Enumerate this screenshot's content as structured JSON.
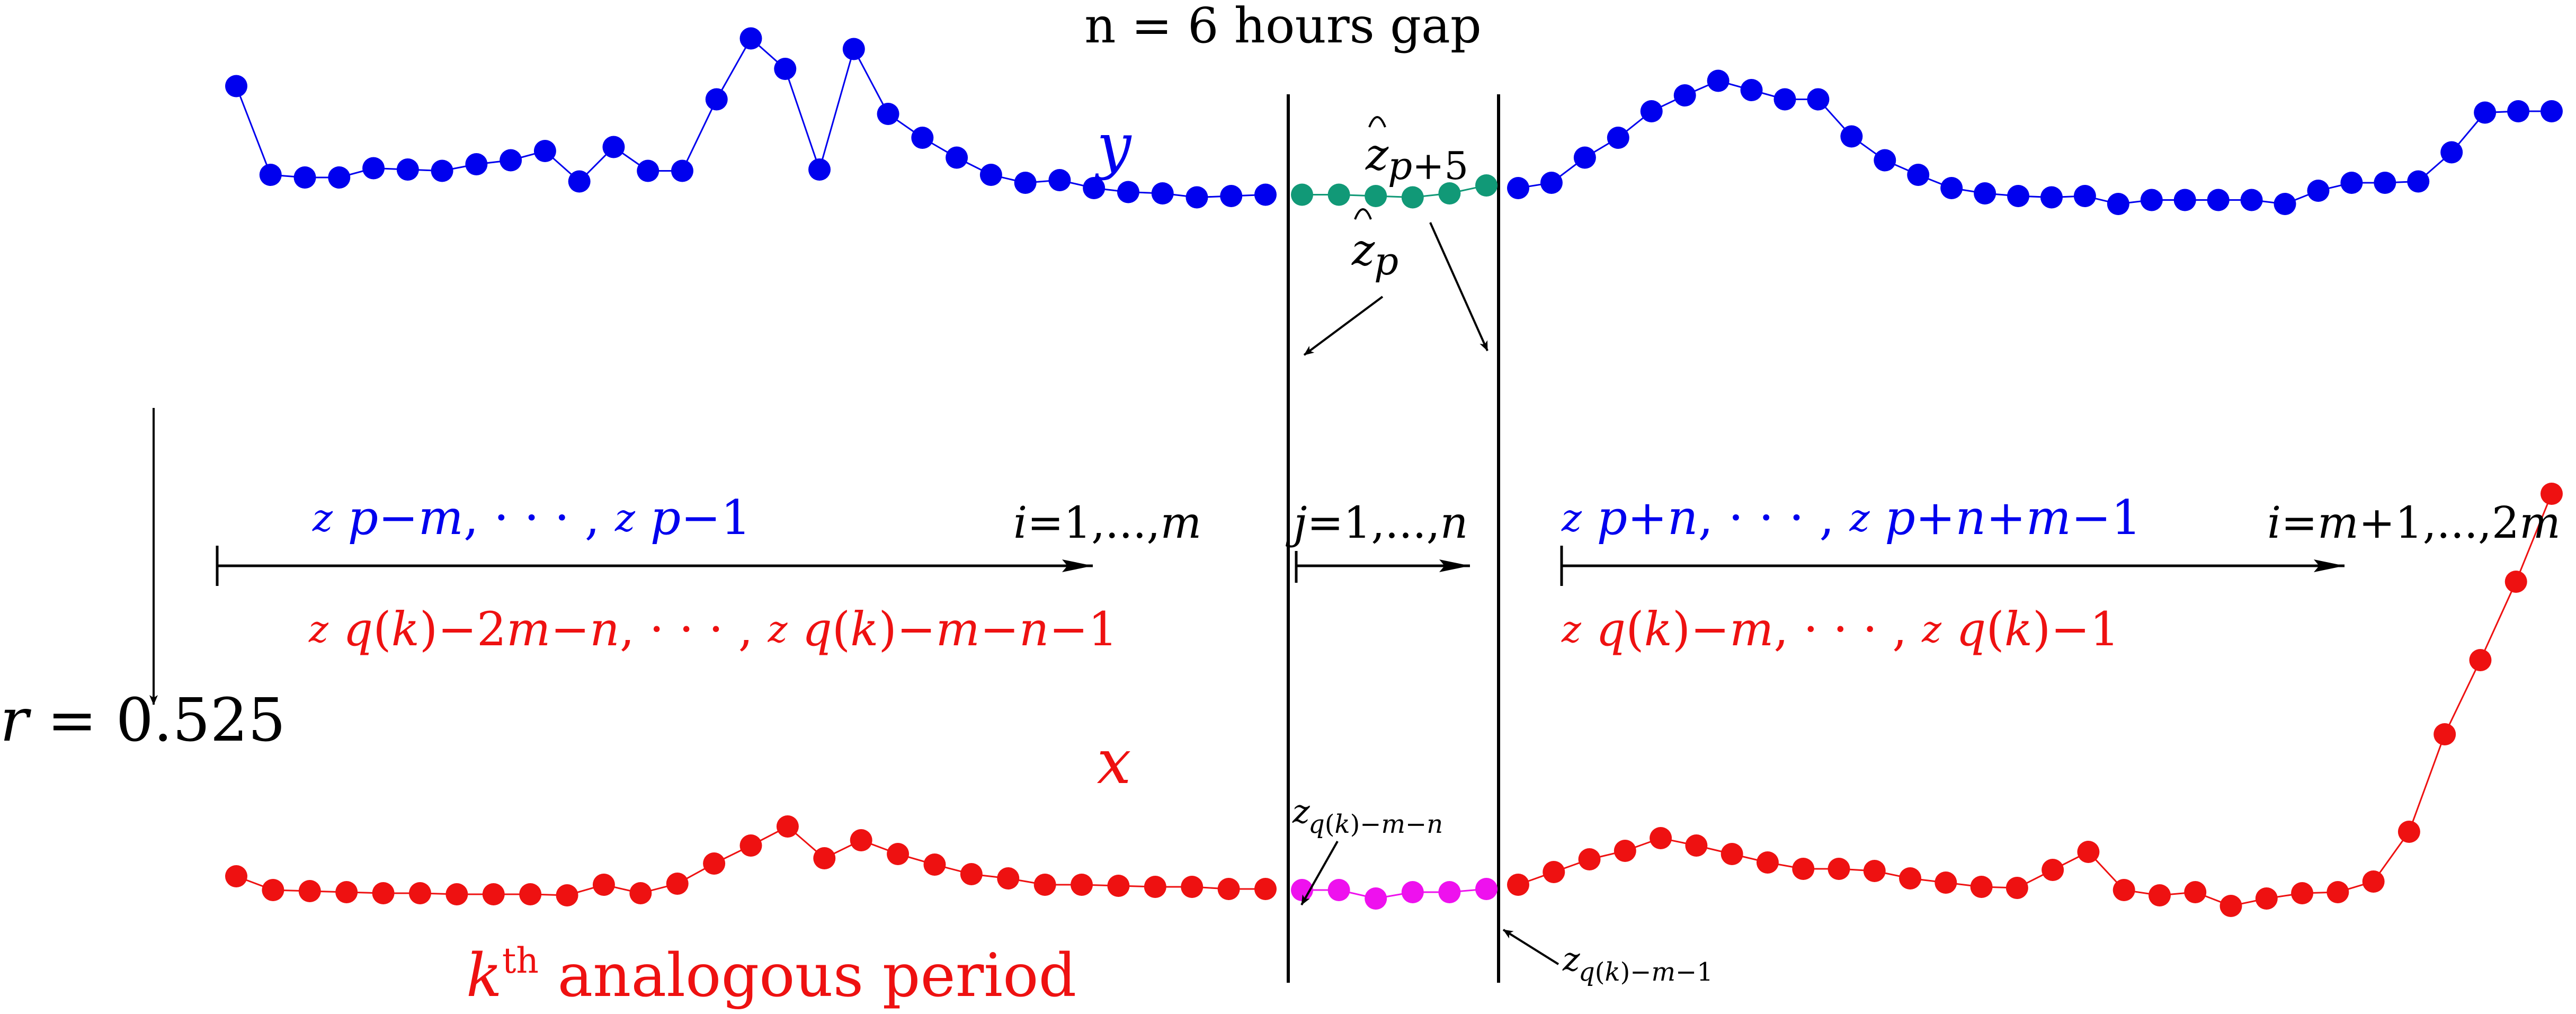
{
  "colors": {
    "y_series": "#0000ee",
    "x_series": "#ee1111",
    "y_gap": "#119977",
    "x_gap": "#ee11ee",
    "ink": "#000000"
  },
  "title": "n = 6 hours gap",
  "series": {
    "y": {
      "label": "y",
      "before": [
        335,
        268,
        266,
        266,
        273,
        272,
        271,
        276,
        279,
        286,
        263,
        289,
        271,
        271,
        325,
        371,
        348,
        272,
        363,
        314,
        296,
        281,
        268,
        262,
        264,
        258,
        255,
        254,
        251,
        252,
        253
      ],
      "gap": [
        253,
        253,
        252,
        251,
        254,
        260
      ],
      "after": [
        258,
        262,
        281,
        296,
        316,
        328,
        339,
        332,
        325,
        325,
        297,
        279,
        268,
        258,
        254,
        252,
        251,
        252,
        246,
        249,
        249,
        249,
        249,
        246,
        256,
        262,
        262,
        263,
        285,
        315,
        316,
        316
      ]
    },
    "x": {
      "label": "x",
      "before": [
        58,
        45,
        44,
        43,
        42,
        42,
        41,
        41,
        41,
        40,
        50,
        42,
        51,
        70,
        87,
        105,
        75,
        92,
        79,
        69,
        60,
        56,
        50,
        50,
        49,
        48,
        48,
        46,
        46
      ],
      "gap": [
        45,
        45,
        37,
        43,
        43,
        46
      ],
      "after": [
        50,
        62,
        74,
        82,
        94,
        87,
        79,
        71,
        65,
        65,
        63,
        56,
        52,
        48,
        47,
        64,
        81,
        45,
        40,
        43,
        30,
        37,
        42,
        43,
        53,
        100,
        192,
        262,
        336,
        419
      ]
    }
  },
  "annotations": {
    "z_p": "ẑp",
    "z_p5": "ẑp+5",
    "z_qmn": "zq(k)−m−n",
    "z_qm1": "zq(k)−m−1",
    "r_value": "r = 0.525",
    "kth_period": "kth analogous period"
  },
  "ranges": {
    "left_i": "i=1,...,m",
    "middle_j": "j=1,...,n",
    "right_i": "i=m+1,...,2m",
    "y_left": "zp−m, · · · , zp−1",
    "y_right": "zp+n, · · · , zp+n+m−1",
    "x_left": "zq(k)−2m−n, · · · , zq(k)−m−n−1",
    "x_right": "zq(k)−m, · · · , zq(k)−1"
  }
}
